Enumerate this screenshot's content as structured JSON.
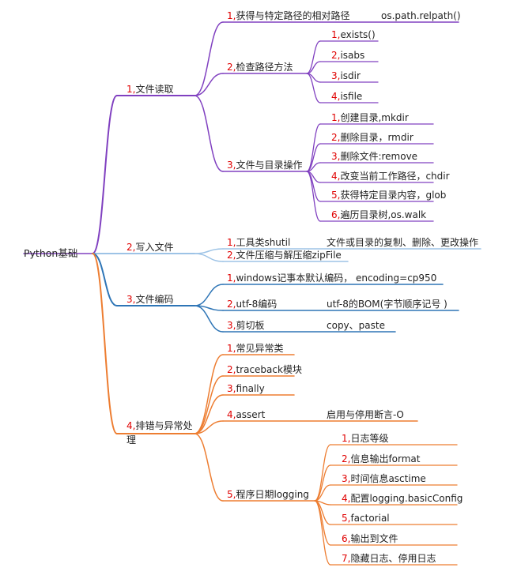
{
  "mindmap": {
    "root": "Python基础",
    "colors": {
      "purple": "#8040c0",
      "lightblue": "#9dc3e6",
      "blue": "#2e75b6",
      "darkblue": "#1f4e79",
      "orange": "#ed7d31",
      "number": "#e00000",
      "text": "#222222"
    },
    "branches": [
      {
        "label": "1,文件读取",
        "color": "purple",
        "children": [
          {
            "label": "1,获得与特定路径的相对路径",
            "note": "os.path.relpath()"
          },
          {
            "label": "2,检查路径方法",
            "children": [
              {
                "label": "1,exists()"
              },
              {
                "label": "2,isabs"
              },
              {
                "label": "3,isdir"
              },
              {
                "label": "4,isfile"
              }
            ]
          },
          {
            "label": "3,文件与目录操作",
            "children": [
              {
                "label": "1,创建目录,mkdir"
              },
              {
                "label": "2,删除目录，rmdir"
              },
              {
                "label": "3,删除文件:remove"
              },
              {
                "label": "4,改变当前工作路径，chdir"
              },
              {
                "label": "5,获得特定目录内容，glob"
              },
              {
                "label": "6,遍历目录树,os.walk"
              }
            ]
          }
        ]
      },
      {
        "label": "2,写入文件",
        "color": "lightblue",
        "children": [
          {
            "label": "1,工具类shutil",
            "note": "文件或目录的复制、删除、更改操作"
          },
          {
            "label": "2,文件压缩与解压缩zipFile"
          }
        ]
      },
      {
        "label": "3,文件编码",
        "color": "blue",
        "children": [
          {
            "label": "1,windows记事本默认编码， encoding=cp950"
          },
          {
            "label": "2,utf-8编码",
            "note": "utf-8的BOM(字节顺序记号 )"
          },
          {
            "label": "3,剪切板",
            "note": "copy、paste"
          }
        ]
      },
      {
        "label": "4,排错与异常处理",
        "color": "orange",
        "children": [
          {
            "label": "1,常见异常类"
          },
          {
            "label": "2,traceback模块"
          },
          {
            "label": "3,finally"
          },
          {
            "label": "4,assert",
            "note": "启用与停用断言-O"
          },
          {
            "label": "5,程序日期logging",
            "children": [
              {
                "label": "1,日志等级"
              },
              {
                "label": "2,信息输出format"
              },
              {
                "label": "3,时间信息asctime"
              },
              {
                "label": "4,配置logging.basicConfig"
              },
              {
                "label": "5,factorial"
              },
              {
                "label": "6,输出到文件"
              },
              {
                "label": "7,隐藏日志、停用日志"
              }
            ]
          }
        ]
      }
    ]
  }
}
